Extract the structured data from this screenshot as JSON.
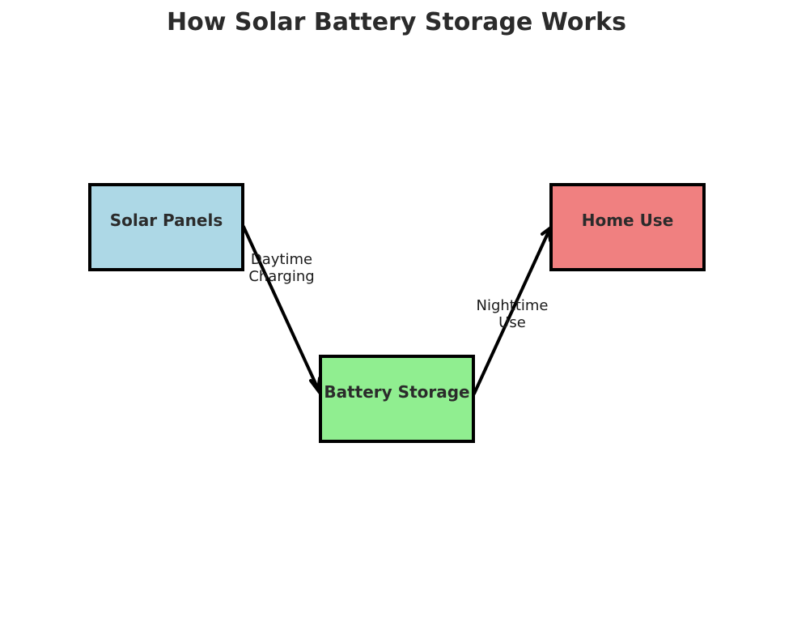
{
  "title": "How Solar Battery Storage Works",
  "nodes": {
    "solar": {
      "label": "Solar Panels",
      "color": "#add8e6"
    },
    "battery": {
      "label": "Battery Storage",
      "color": "#90ee90"
    },
    "home": {
      "label": "Home Use",
      "color": "#f08080"
    }
  },
  "edges": {
    "day": {
      "line1": "Daytime",
      "line2": "Charging"
    },
    "night": {
      "line1": "Nighttime",
      "line2": "Use"
    }
  }
}
